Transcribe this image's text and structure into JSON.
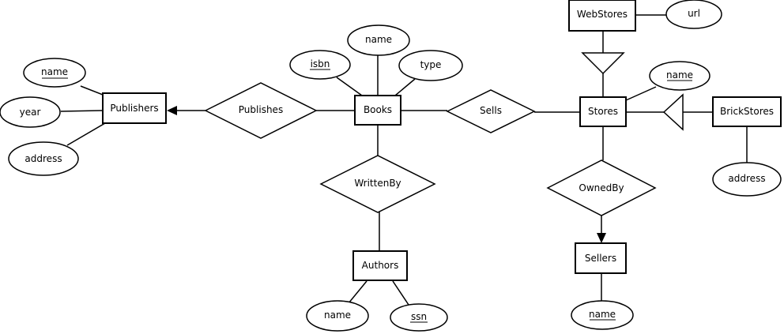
{
  "diagram": {
    "entities": {
      "publishers": "Publishers",
      "books": "Books",
      "stores": "Stores",
      "webstores": "WebStores",
      "brickstores": "BrickStores",
      "authors": "Authors",
      "sellers": "Sellers"
    },
    "relationships": {
      "publishes": "Publishes",
      "sells": "Sells",
      "writtenby": "WrittenBy",
      "ownedby": "OwnedBy"
    },
    "attributes": {
      "publishers_name": "name",
      "publishers_year": "year",
      "publishers_address": "address",
      "books_isbn": "isbn",
      "books_name": "name",
      "books_type": "type",
      "stores_name": "name",
      "webstores_url": "url",
      "brickstores_address": "address",
      "authors_name": "name",
      "authors_ssn": "ssn",
      "sellers_name": "name"
    }
  }
}
